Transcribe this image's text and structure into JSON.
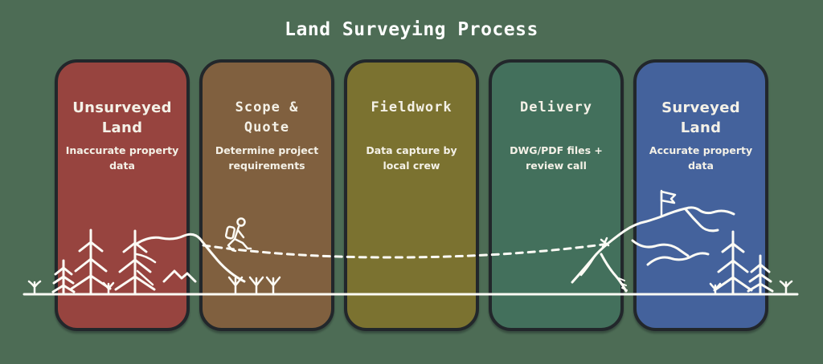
{
  "page": {
    "background_color": "#4d6c55",
    "card_border_color": "#22272b",
    "text_color": "#f4f1e7",
    "illustration_line_color": "#fcfbf5"
  },
  "title": "Land Surveying Process",
  "cards": [
    {
      "id": "unsurveyed-land",
      "title": "Unsurveyed\nLand",
      "subtitle": "Inaccurate property\ndata",
      "color": "#97443f"
    },
    {
      "id": "scope-quote",
      "title": "Scope &\nQuote",
      "subtitle": "Determine project\nrequirements",
      "color": "#80603f"
    },
    {
      "id": "fieldwork",
      "title": "Fieldwork",
      "subtitle": "Data capture by\nlocal crew",
      "color": "#7b7230"
    },
    {
      "id": "delivery",
      "title": "Delivery",
      "subtitle": "DWG/PDF files +\nreview call",
      "color": "#43705c"
    },
    {
      "id": "surveyed-land",
      "title": "Surveyed\nLand",
      "subtitle": "Accurate property\ndata",
      "color": "#44629c"
    }
  ],
  "illustration": {
    "line_color": "#fcfbf5",
    "icons": [
      "pine-tree-icon",
      "seedling-icon",
      "hiker-icon",
      "dashed-trail-icon",
      "mountain-icon",
      "flag-icon",
      "ground-line"
    ]
  }
}
